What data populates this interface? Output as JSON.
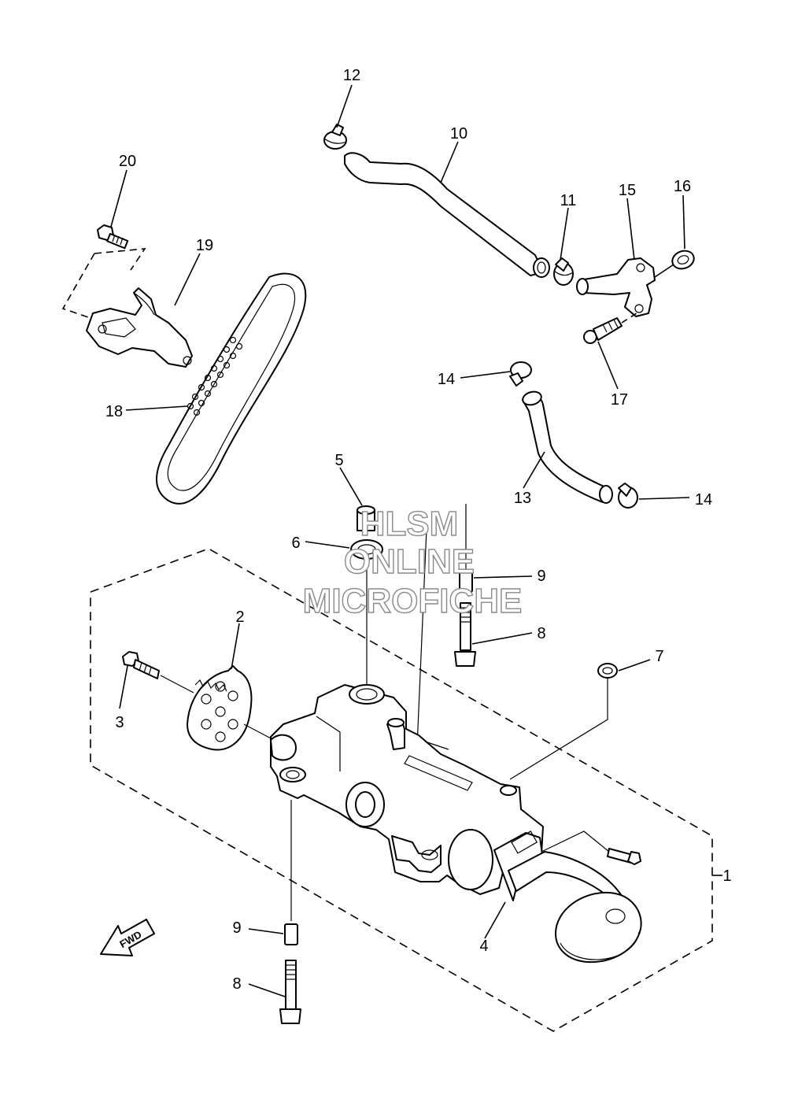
{
  "watermark": {
    "line1": "HLSM",
    "line2": "ONLINE",
    "line3": "MICROFICHE"
  },
  "direction_badge": "FWD",
  "callouts": [
    {
      "id": "c12",
      "text": "12"
    },
    {
      "id": "c10",
      "text": "10"
    },
    {
      "id": "c20",
      "text": "20"
    },
    {
      "id": "c11",
      "text": "11"
    },
    {
      "id": "c15",
      "text": "15"
    },
    {
      "id": "c16",
      "text": "16"
    },
    {
      "id": "c19",
      "text": "19"
    },
    {
      "id": "c17",
      "text": "17"
    },
    {
      "id": "c14a",
      "text": "14"
    },
    {
      "id": "c18",
      "text": "18"
    },
    {
      "id": "c5",
      "text": "5"
    },
    {
      "id": "c13",
      "text": "13"
    },
    {
      "id": "c14b",
      "text": "14"
    },
    {
      "id": "c6",
      "text": "6"
    },
    {
      "id": "c9a",
      "text": "9"
    },
    {
      "id": "c2",
      "text": "2"
    },
    {
      "id": "c8a",
      "text": "8"
    },
    {
      "id": "c7",
      "text": "7"
    },
    {
      "id": "c3",
      "text": "3"
    },
    {
      "id": "c1",
      "text": "1"
    },
    {
      "id": "c9b",
      "text": "9"
    },
    {
      "id": "c4",
      "text": "4"
    },
    {
      "id": "c8b",
      "text": "8"
    }
  ]
}
